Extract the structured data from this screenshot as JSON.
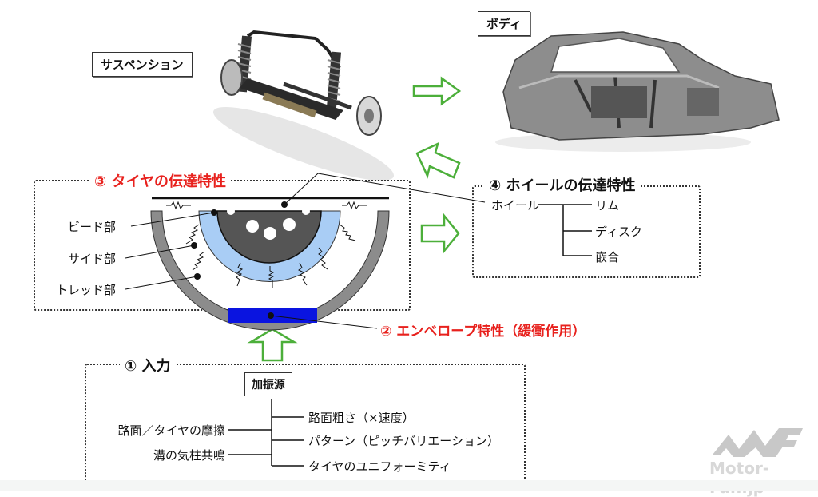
{
  "labels": {
    "suspension": "サスペンション",
    "body": "ボディ"
  },
  "section3": {
    "title": "③ タイヤの伝達特性",
    "parts": [
      "ビード部",
      "サイド部",
      "トレッド部"
    ]
  },
  "section4": {
    "title": "④ ホイールの伝達特性",
    "root": "ホイール",
    "children": [
      "リム",
      "ディスク",
      "嵌合"
    ]
  },
  "section2": {
    "title": "② エンベロープ特性（緩衝作用）"
  },
  "section1": {
    "title": "① 入力",
    "source_box": "加振源",
    "left_items": [
      "路面／タイヤの摩擦",
      "溝の気柱共鳴"
    ],
    "right_items": [
      "路面粗さ（×速度）",
      "パターン（ピッチバリエーション）",
      "タイヤのユニフォーミティ"
    ]
  },
  "watermark": {
    "logo": "MF",
    "site": "Motor-Fan.jp"
  },
  "colors": {
    "accent_red": "#e8211d",
    "arrow_green": "#4caf3a",
    "tire_blue": "#a9cdf5",
    "contact_blue": "#0a14e0",
    "wheel_dark": "#555555",
    "tread_gray": "#8c8c8c"
  }
}
